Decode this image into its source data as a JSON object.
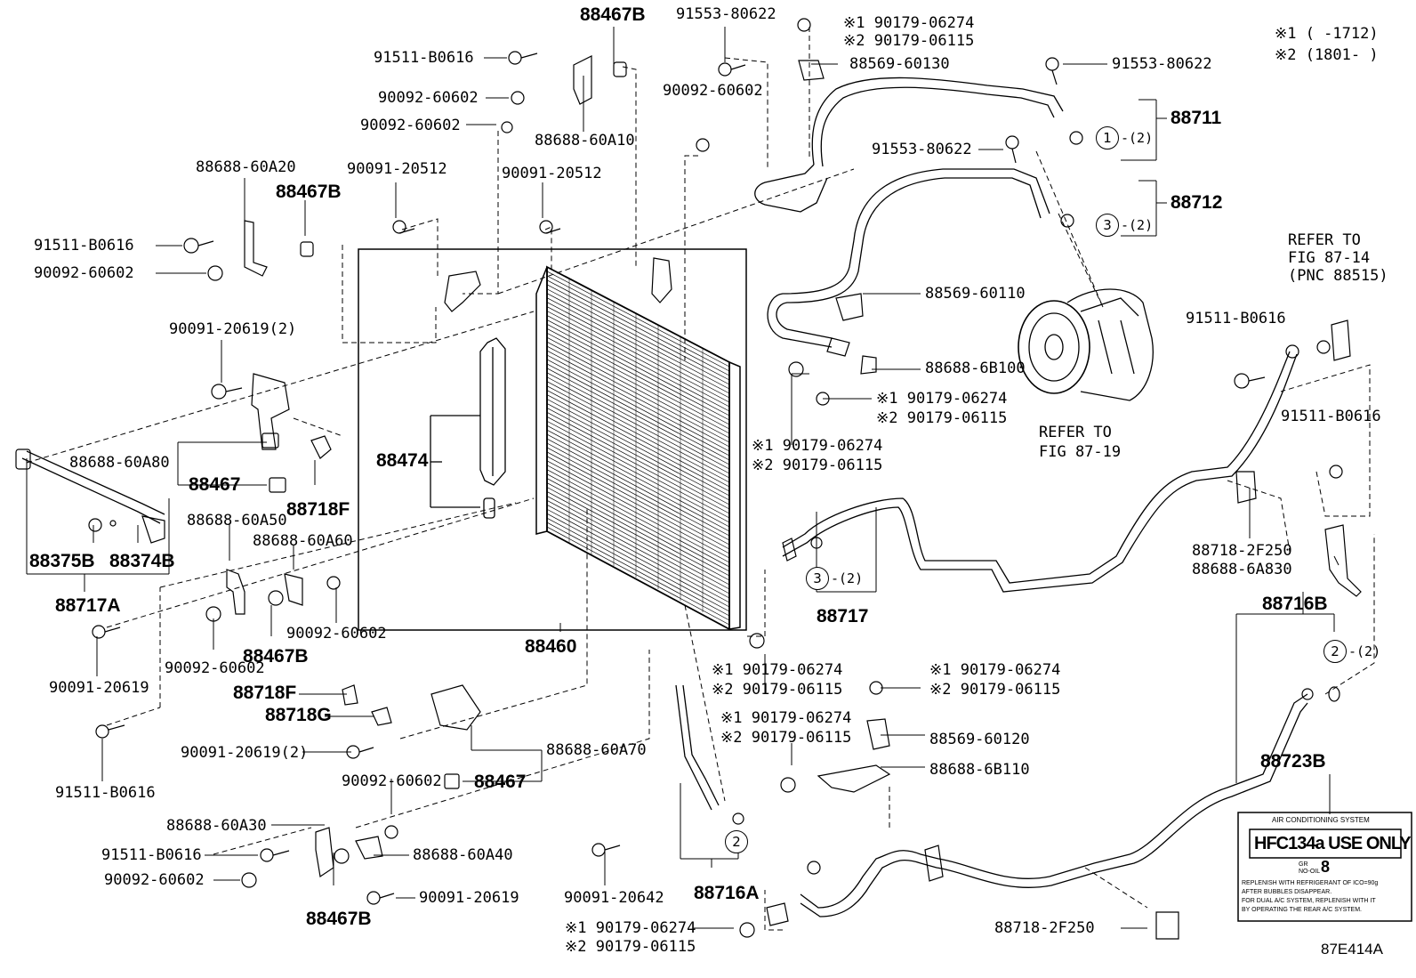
{
  "figure_code": "87E414A",
  "legend": {
    "note1": "※1 (      -1712)",
    "note2": "※2 (1801-      )"
  },
  "parts": {
    "p88467B_top": "88467B",
    "p91553_80622_top": "91553-80622",
    "p90179_06274_top": "※1 90179-06274",
    "p90179_06115_top": "※2 90179-06115",
    "p91511_B0616_top": "91511-B0616",
    "p90092_60602_a": "90092-60602",
    "p90092_60602_b": "90092-60602",
    "p88688_60A10": "88688-60A10",
    "p90092_60602_c": "90092-60602",
    "p88569_60130": "88569-60130",
    "p91553_80622_r": "91553-80622",
    "p88711": "88711",
    "p91553_80622_mid": "91553-80622",
    "p88712": "88712",
    "p88688_60A20": "88688-60A20",
    "p88467B_l": "88467B",
    "p90091_20512_a": "90091-20512",
    "p90091_20512_b": "90091-20512",
    "p91511_B0616_l": "91511-B0616",
    "p90092_60602_l": "90092-60602",
    "p88569_60110": "88569-60110",
    "p88688_6B100": "88688-6B100",
    "p90179_06274_m": "※1 90179-06274",
    "p90179_06115_m": "※2 90179-06115",
    "p90091_20619_2": "90091-20619(2)",
    "p88688_60A80": "88688-60A80",
    "p88467_l": "88467",
    "p88474": "88474",
    "p90179_06274_c": "※1 90179-06274",
    "p90179_06115_c": "※2 90179-06115",
    "p88718F_l": "88718F",
    "p91511_B0616_r": "91511-B0616",
    "p91511_B0616_r2": "91511-B0616",
    "p88375B": "88375B",
    "p88374B": "88374B",
    "p88717A": "88717A",
    "p88688_60A50": "88688-60A50",
    "p88688_60A60": "88688-60A60",
    "p88717": "88717",
    "p88718_2F250_r": "88718-2F250",
    "p88688_6A830": "88688-6A830",
    "p88716B": "88716B",
    "p90091_20619_a": "90091-20619",
    "p90092_60602_d": "90092-60602",
    "p90092_60602_e": "90092-60602",
    "p88467B_m": "88467B",
    "p88460": "88460",
    "p90179_06274_d": "※1 90179-06274",
    "p90179_06115_d": "※2 90179-06115",
    "p90179_06274_e": "※1 90179-06274",
    "p90179_06115_e": "※2 90179-06115",
    "p88718F_m": "88718F",
    "p88718G": "88718G",
    "p90179_06274_f": "※1 90179-06274",
    "p90179_06115_f": "※2 90179-06115",
    "p88569_60120": "88569-60120",
    "p88688_6B110": "88688-6B110",
    "p90091_20619_2b": "90091-20619(2)",
    "p88688_60A70": "88688-60A70",
    "p91511_B0616_b": "91511-B0616",
    "p90092_60602_f": "90092-60602",
    "p88467_b": "88467",
    "p88723B": "88723B",
    "p88688_60A30": "88688-60A30",
    "p91511_B0616_bb": "91511-B0616",
    "p88688_60A40": "88688-60A40",
    "p90092_60602_g": "90092-60602",
    "p90091_20642": "90091-20642",
    "p88716A": "88716A",
    "p90091_20619_b": "90091-20619",
    "p88467B_b": "88467B",
    "p90179_06274_g": "※1 90179-06274",
    "p90179_06115_g": "※2 90179-06115",
    "p88718_2F250_b": "88718-2F250"
  },
  "refs": {
    "fig87_19_a": "REFER TO",
    "fig87_19_b": "FIG 87-19",
    "fig87_14_a": "REFER TO",
    "fig87_14_b": "FIG 87-14",
    "fig87_14_c": "(PNC 88515)"
  },
  "callouts": {
    "c1": "1",
    "c1_qty": "-(2)",
    "c3a": "3",
    "c3a_qty": "-(2)",
    "c3b": "3",
    "c3b_qty": "-(2)",
    "c2a": "2",
    "c2a_qty": "-(2)",
    "c2b": "2"
  },
  "label_sticker": {
    "header": "AIR CONDITIONING SYSTEM",
    "main": "HFC134a USE ONLY",
    "amount_value": "8",
    "amount_prefix_1": "GR",
    "amount_prefix_2": "NO-OIL",
    "line1": "REPLENISH WITH REFRIGERANT OF ICO=90g",
    "line2": "AFTER BUBBLES DISAPPEAR.",
    "line3": "FOR DUAL A/C SYSTEM, REPLENISH WITH IT",
    "line4": "BY OPERATING THE REAR A/C SYSTEM."
  }
}
